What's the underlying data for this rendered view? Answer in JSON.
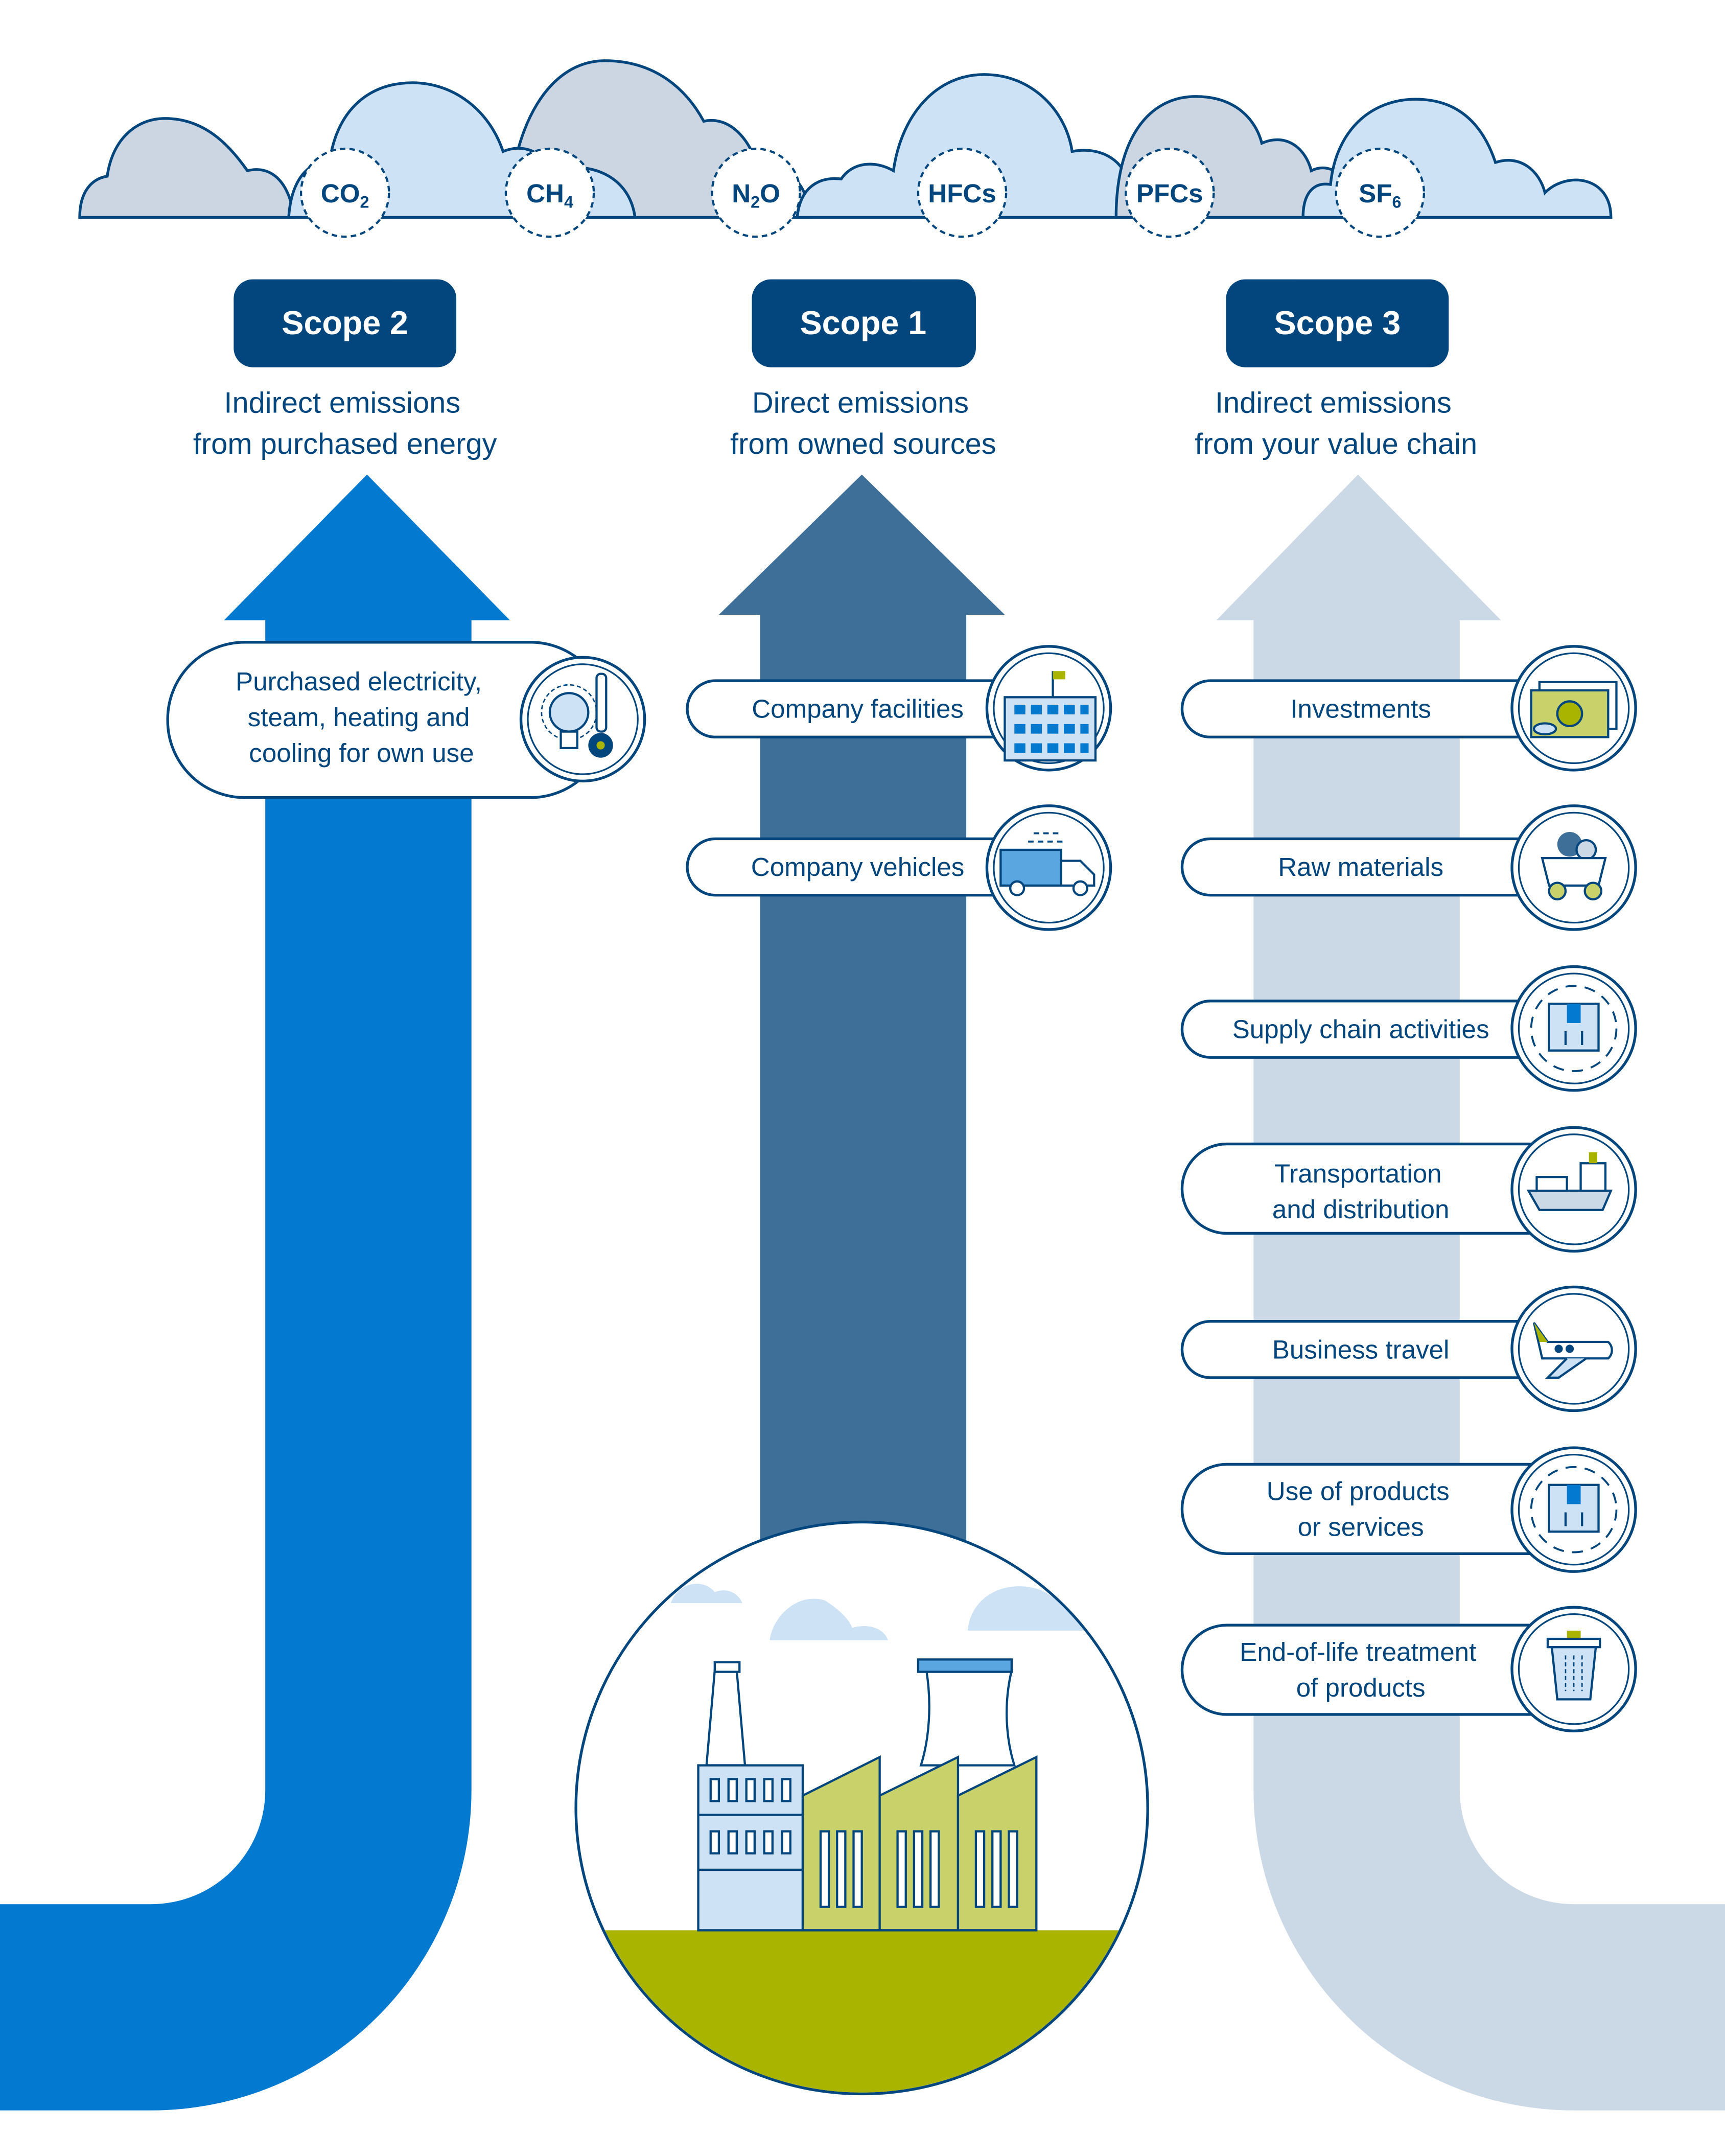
{
  "colors": {
    "navy": "#03467d",
    "scope2": "#0379d0",
    "scope1": "#3d6f98",
    "scope3": "#cbd8e5",
    "cloud_light": "#cde3f5",
    "cloud_grey": "#cbd6e2",
    "ground": "#a8b400",
    "factory_green": "#c8d16a"
  },
  "gases": [
    {
      "base": "CO",
      "sub": "2"
    },
    {
      "base": "CH",
      "sub": "4"
    },
    {
      "base": "N",
      "sub": "2",
      "tail": "O"
    },
    {
      "base": "HFCs"
    },
    {
      "base": "PFCs"
    },
    {
      "base": "SF",
      "sub": "6"
    }
  ],
  "scopes": [
    {
      "title": "Scope 2",
      "line1": "Indirect emissions",
      "line2": "from purchased energy",
      "items": [
        {
          "lines": [
            "Purchased electricity,",
            "steam, heating and",
            "cooling for own use"
          ],
          "icon": "lightbulb-thermometer-icon"
        }
      ]
    },
    {
      "title": "Scope 1",
      "line1": "Direct emissions",
      "line2": "from owned sources",
      "items": [
        {
          "label": "Company facilities",
          "icon": "office-building-icon"
        },
        {
          "label": "Company vehicles",
          "icon": "truck-icon"
        }
      ]
    },
    {
      "title": "Scope 3",
      "line1": "Indirect emissions",
      "line2": "from your value chain",
      "items": [
        {
          "label": "Investments",
          "icon": "money-coins-icon"
        },
        {
          "label": "Raw materials",
          "icon": "mining-cart-icon"
        },
        {
          "label": "Supply chain activities",
          "icon": "box-cycle-icon"
        },
        {
          "lines": [
            "Transportation",
            "and distribution"
          ],
          "icon": "cargo-ship-icon"
        },
        {
          "label": "Business travel",
          "icon": "airplane-icon"
        },
        {
          "lines": [
            "Use of products",
            "or services"
          ],
          "icon": "box-cycle-icon"
        },
        {
          "lines": [
            "End-of-life treatment",
            "of products"
          ],
          "icon": "trash-bin-icon"
        }
      ]
    }
  ]
}
